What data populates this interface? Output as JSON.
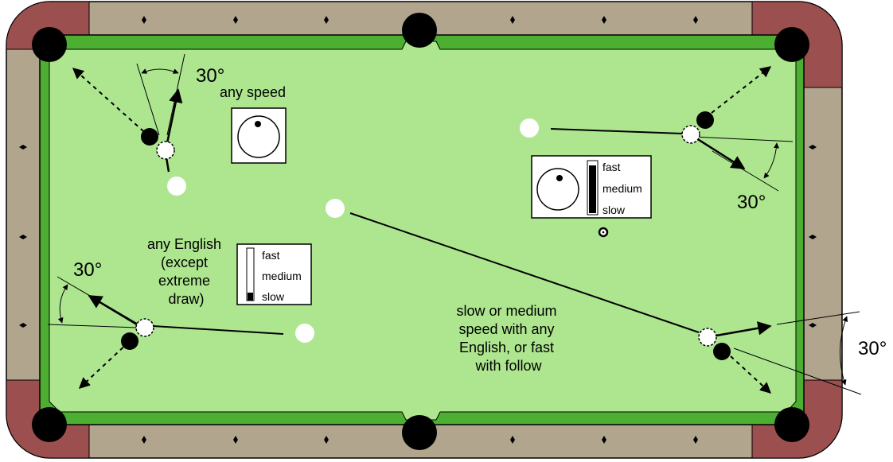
{
  "labels": {
    "top_left_angle": "30°",
    "any_speed": "any speed",
    "any_english": [
      "any English",
      "(except",
      "extreme",
      "draw)"
    ],
    "left_angle": "30°",
    "right_top_angle": "30°",
    "right_bottom_angle": "30°",
    "bottom_note": [
      "slow or medium",
      "speed with any",
      "English, or fast",
      "with follow"
    ]
  },
  "speed_box_right": {
    "fast": "fast",
    "medium": "medium",
    "slow": "slow",
    "level": 0.9
  },
  "speed_box_left": {
    "fast": "fast",
    "medium": "medium",
    "slow": "slow",
    "level": 0.15
  },
  "colors": {
    "felt": "#aee690",
    "cushion": "#4caf32",
    "rail_side": "#b1a58e",
    "rail_corner": "#9c4f4f",
    "pocket": "#000000",
    "ball_white": "#ffffff",
    "ball_object": "#000000"
  }
}
